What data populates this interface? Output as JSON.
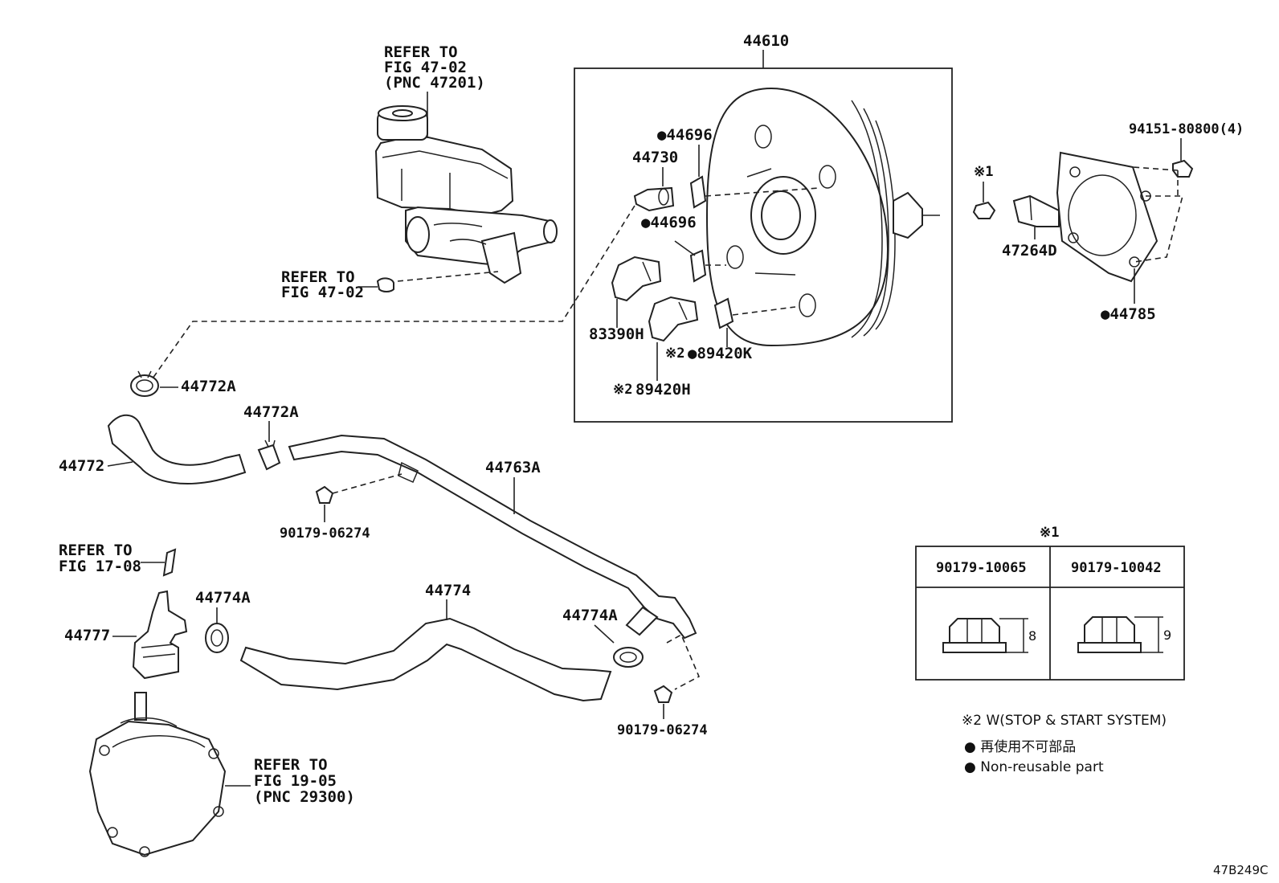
{
  "refs": {
    "master_cylinder_1": "REFER TO",
    "master_cylinder_2": "FIG 47-02",
    "master_cylinder_3": "(PNC 47201)",
    "cap_1": "REFER TO",
    "cap_2": "FIG 47-02",
    "fig17_1": "REFER TO",
    "fig17_2": "FIG 17-08",
    "pump_1": "REFER TO",
    "pump_2": "FIG 19-05",
    "pump_3": "(PNC 29300)"
  },
  "parts": {
    "booster": "44610",
    "grommet_top": "●44696",
    "valve": "44730",
    "grommet_mid": "●44696",
    "sensor_1": "83390H",
    "sensor_2_prefix": "※2",
    "sensor_2": "●89420K",
    "sensor_3_prefix": "※2",
    "sensor_3": "89420H",
    "nut_code": "94151-80800(4)",
    "nut_mark": "※1",
    "bracket": "47264D",
    "gasket": "●44785",
    "clamp_1": "44772A",
    "clamp_2": "44772A",
    "hose_1": "44772",
    "pipe": "44763A",
    "bolt_1": "90179-06274",
    "clamp_3": "44774A",
    "hose_2": "44774",
    "clamp_4": "44774A",
    "valve_2": "44777",
    "bolt_2": "90179-06274"
  },
  "table": {
    "title": "※1",
    "col1": "90179-10065",
    "col2": "90179-10042",
    "dim1": "8",
    "dim2": "9"
  },
  "legend": {
    "note": "※2 W(STOP & START SYSTEM)",
    "jp": "● 再使用不可部品",
    "en": "● Non-reusable part"
  },
  "figure_id": "47B249C"
}
